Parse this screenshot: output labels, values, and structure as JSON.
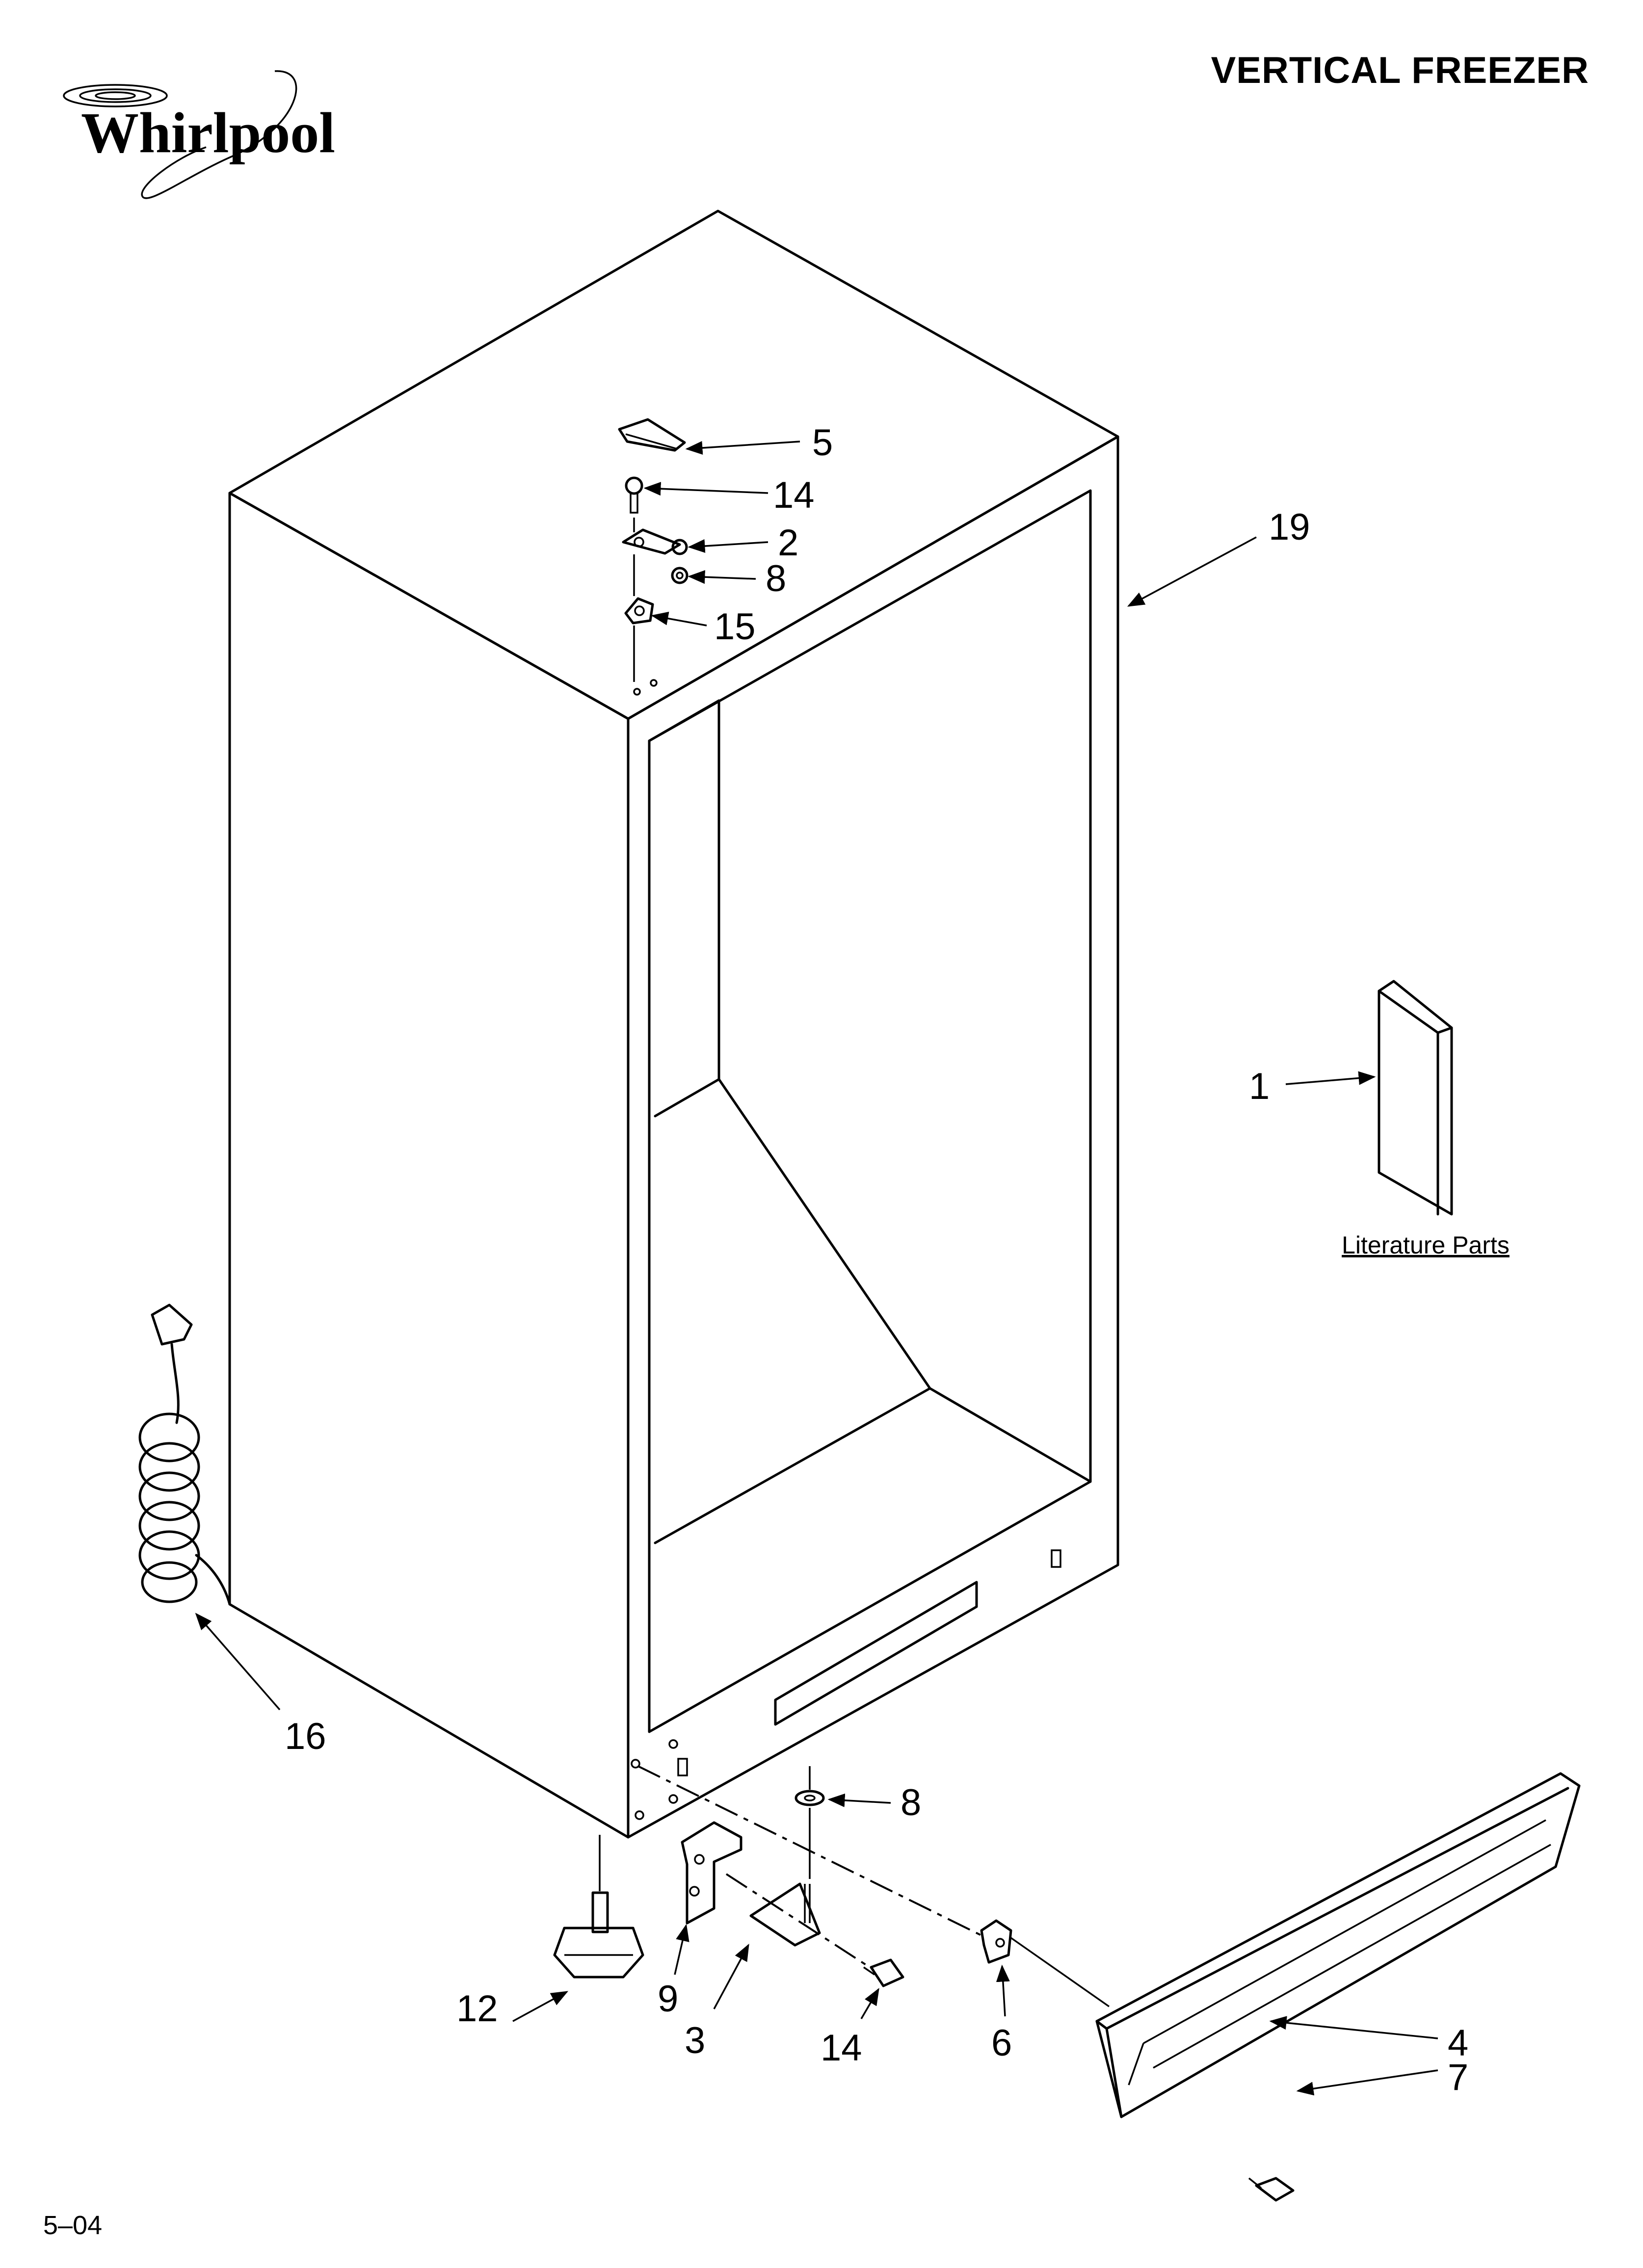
{
  "header": {
    "brand": "Whirlpool",
    "title": "VERTICAL FREEZER"
  },
  "footer": {
    "date_code": "5–04"
  },
  "literature_label": "Literature Parts",
  "callouts": [
    {
      "id": "c5",
      "label": "5"
    },
    {
      "id": "c14a",
      "label": "14"
    },
    {
      "id": "c2",
      "label": "2"
    },
    {
      "id": "c8a",
      "label": "8"
    },
    {
      "id": "c15",
      "label": "15"
    },
    {
      "id": "c19",
      "label": "19"
    },
    {
      "id": "c1",
      "label": "1"
    },
    {
      "id": "c16",
      "label": "16"
    },
    {
      "id": "c8b",
      "label": "8"
    },
    {
      "id": "c12",
      "label": "12"
    },
    {
      "id": "c9",
      "label": "9"
    },
    {
      "id": "c3",
      "label": "3"
    },
    {
      "id": "c14b",
      "label": "14"
    },
    {
      "id": "c6",
      "label": "6"
    },
    {
      "id": "c4",
      "label": "4"
    },
    {
      "id": "c7",
      "label": "7"
    }
  ]
}
